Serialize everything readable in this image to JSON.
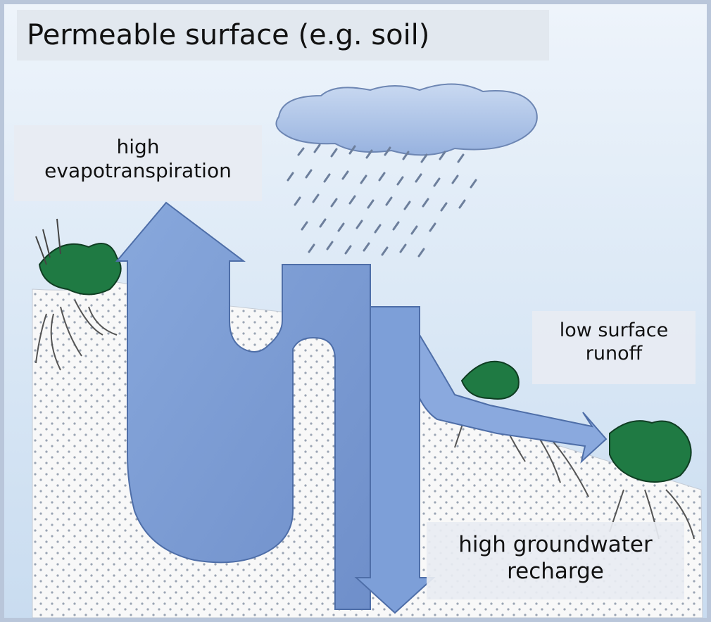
{
  "title": "Permeable surface (e.g. soil)",
  "labels": {
    "evapotranspiration": [
      "high",
      "evapotranspiration"
    ],
    "runoff": [
      "low surface",
      "runoff"
    ],
    "recharge": [
      "high groundwater",
      "recharge"
    ]
  },
  "colors": {
    "sky": "#dbe8f5",
    "soil": "#f6f6f6",
    "arrow": "#7c9cd3",
    "arrow_dark": "#5f7fb8",
    "cloud": "#a9c1e6",
    "plant": "#1f7a43"
  }
}
